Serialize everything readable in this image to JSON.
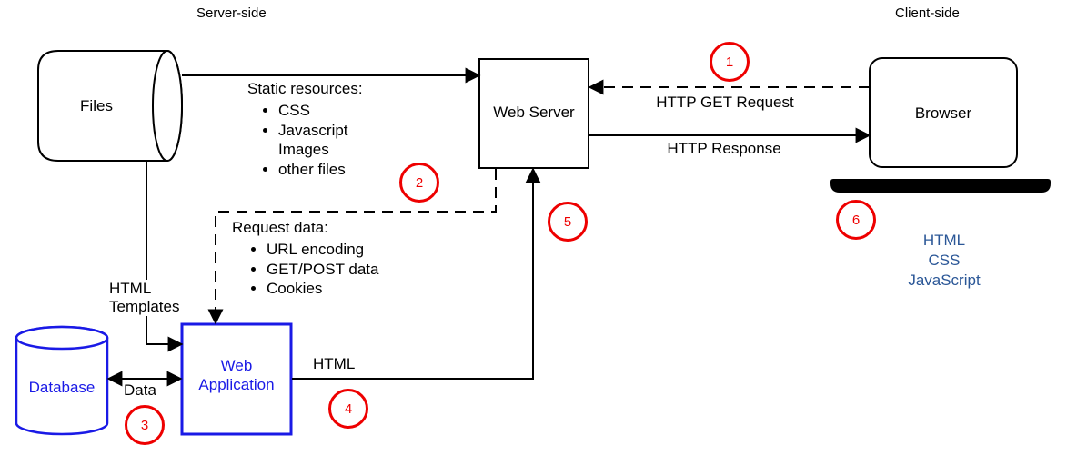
{
  "regions": {
    "server": "Server-side",
    "client": "Client-side"
  },
  "nodes": {
    "files": "Files",
    "web_server": "Web Server",
    "browser": "Browser",
    "database": "Database",
    "web_application": "Web\nApplication"
  },
  "notes": {
    "static_resources_title": "Static resources:",
    "static_resources_items": [
      "CSS",
      "Javascript\nImages",
      "other files"
    ],
    "request_data_title": "Request data:",
    "request_data_items": [
      "URL encoding",
      "GET/POST data",
      "Cookies"
    ],
    "client_stack": "HTML\nCSS\nJavaScript"
  },
  "edge_labels": {
    "http_get_request": "HTTP GET Request",
    "http_response": "HTTP Response",
    "html_templates": "HTML\nTemplates",
    "data": "Data",
    "html": "HTML"
  },
  "steps": [
    "1",
    "2",
    "3",
    "4",
    "5",
    "6"
  ],
  "colors": {
    "shape_blue": "#1a1ae6",
    "stack_text_blue": "#2b5797",
    "step_red": "#ee0000",
    "line": "#000000",
    "background": "#ffffff"
  }
}
